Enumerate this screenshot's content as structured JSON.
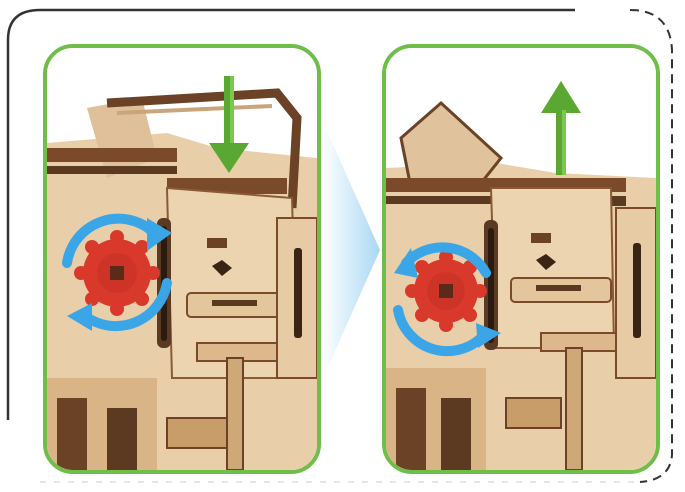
{
  "figure": {
    "panels": [
      {
        "id": "before",
        "state": "pressed",
        "arrow": "down",
        "rotation": "clockwise"
      },
      {
        "id": "after",
        "state": "released",
        "arrow": "up",
        "rotation": "counter-clockwise"
      }
    ],
    "colors": {
      "panel_border": "#6fbe4a",
      "arrow_green": "#5aa832",
      "rotation_blue": "#3aa6e8",
      "gear_red": "#d8392b",
      "wood_light": "#e6c9a2",
      "wood_dark": "#6b4226",
      "transition_chevron": "#bfe3f7"
    },
    "icons": [
      "push-down-arrow-icon",
      "pull-up-arrow-icon",
      "rotate-arrows-icon",
      "gear-knob-icon",
      "next-step-chevron-icon"
    ]
  }
}
